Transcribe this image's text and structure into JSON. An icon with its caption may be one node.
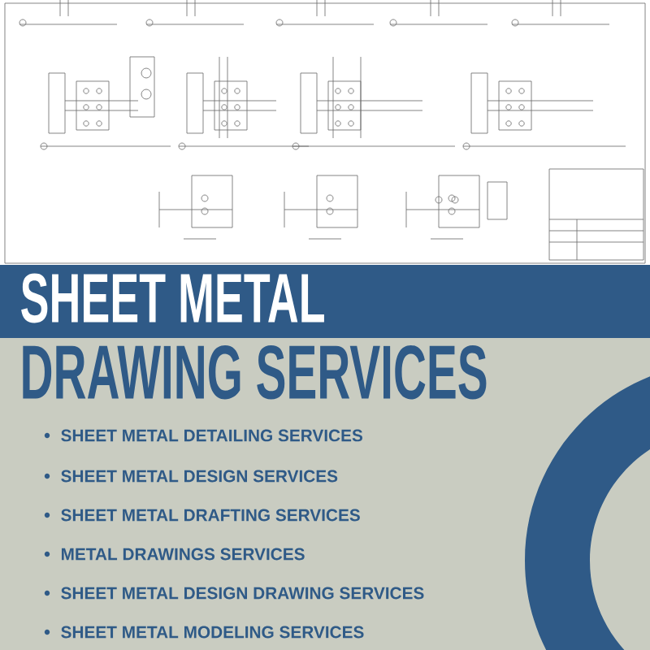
{
  "diagram": {
    "labels": [
      "SHEET METAL",
      "DRAWING SERVICES",
      "SHEET METAL DETAILING SERVICES",
      "SHEET METAL DESIGN SERVICES",
      "SHEET METAL DRAFTING SERVICES",
      "METAL DRAWINGS SERVICES",
      "SHEET METAL DESIGN DRAWING SERVICES",
      "SHEET METAL MODELING SERVICES"
    ]
  }
}
